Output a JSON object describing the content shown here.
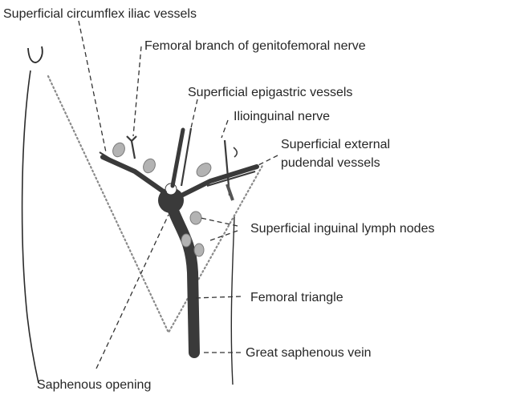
{
  "labels": {
    "superficial_circumflex_iliac_vessels": "Superficial circumflex iliac vessels",
    "femoral_branch_genitofemoral_nerve": "Femoral branch of genitofemoral nerve",
    "superficial_epigastric_vessels": "Superficial epigastric vessels",
    "ilioinguinal_nerve": "Ilioinguinal nerve",
    "superficial_external_pudendal_vessels_line1": "Superficial external",
    "superficial_external_pudendal_vessels_line2": "pudendal vessels",
    "superficial_inguinal_lymph_nodes": "Superficial inguinal lymph nodes",
    "femoral_triangle": "Femoral triangle",
    "great_saphenous_vein": "Great saphenous vein",
    "saphenous_opening": "Saphenous opening"
  },
  "colors": {
    "ink": "#2b2b2b",
    "vein": "#3a3a3a",
    "lymph_node": "#b3b3b3",
    "triangle_outline": "#8a8a8a"
  }
}
